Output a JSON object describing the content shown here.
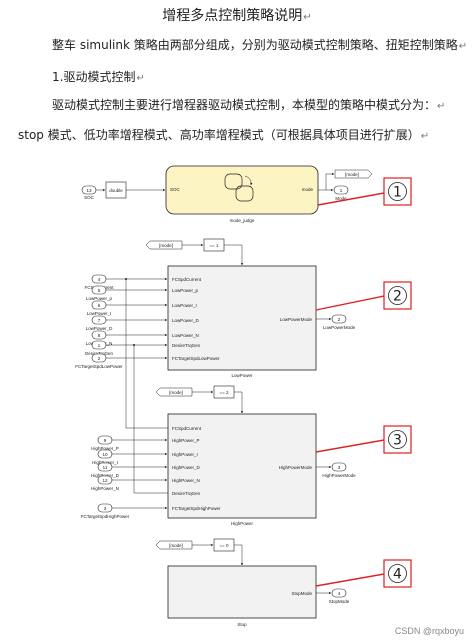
{
  "document": {
    "title": "增程多点控制策略说明",
    "para_mark": "↵",
    "paragraphs": [
      "整车 simulink 策略由两部分组成，分别为驱动模式控制策略、扭矩控制策略",
      "1.驱动模式控制",
      "驱动模式控制主要进行增程器驱动模式控制，本模型的策略中模式分为：",
      "stop 模式、低功率增程模式、高功率增程模式（可根据具体项目进行扩展）"
    ]
  },
  "diagram": {
    "callouts": [
      "1",
      "2",
      "3",
      "4"
    ],
    "section1": {
      "in_num": "13",
      "in_label": "SOC",
      "convert": "double",
      "subsys_in": "SOC",
      "subsys_out": "mode",
      "subsys_name": "mode_judge",
      "goto": "[mode]",
      "out_num": "1",
      "out_label": "Mode"
    },
    "section2": {
      "from": "[mode]",
      "compare": "== 1",
      "inputs": [
        {
          "num": "4",
          "label": "FCSpdCurrent",
          "port": "FCSpdCurrent"
        },
        {
          "num": "5",
          "label": "LowPower_p",
          "port": "LowPower_p"
        },
        {
          "num": "6",
          "label": "LowPower_I",
          "port": "LowPower_I"
        },
        {
          "num": "7",
          "label": "LowPower_D",
          "port": "LowPower_D"
        },
        {
          "num": "8",
          "label": "LowPower_N",
          "port": "LowPower_N"
        },
        {
          "num": "1",
          "label": "DesireTrqGen",
          "port": "DesireTrqGen"
        },
        {
          "num": "2",
          "label": "FCTargetSpdLowPower",
          "port": "FCTargetSpdLowPower"
        }
      ],
      "out_port": "LowPowerMode",
      "out_num": "2",
      "out_label": "LowPowerMode",
      "block_name": "LowPower"
    },
    "section3": {
      "from": "[mode]",
      "compare": "== 2",
      "inputs": [
        {
          "num": "9",
          "label": "HighPower_P",
          "port": "HighPower_P"
        },
        {
          "num": "10",
          "label": "HighPower_I",
          "port": "HighPower_I"
        },
        {
          "num": "11",
          "label": "HighPower_D",
          "port": "HighPower_D"
        },
        {
          "num": "12",
          "label": "HighPower_N",
          "port": "HighPower_N"
        },
        {
          "num": "3",
          "label": "FCTargetSpdHighPower",
          "port": "FCTargetSpdHighPower"
        }
      ],
      "extra_ports": [
        "FCSpdCurrent",
        "DesireTrqGen"
      ],
      "out_port": "HighPowerMode",
      "out_num": "3",
      "out_label": "HighPowerMode",
      "block_name": "HighPower"
    },
    "section4": {
      "from": "[mode]",
      "compare": "== 0",
      "out_port": "StopMode",
      "out_num": "4",
      "out_label": "StopMode",
      "block_name": "Stop"
    }
  },
  "watermark": "CSDN @rqxboyu",
  "colors": {
    "callout_red": "#e02020",
    "state_block": "#fdf4c4",
    "subsys_gray": "#f2f2f2"
  }
}
